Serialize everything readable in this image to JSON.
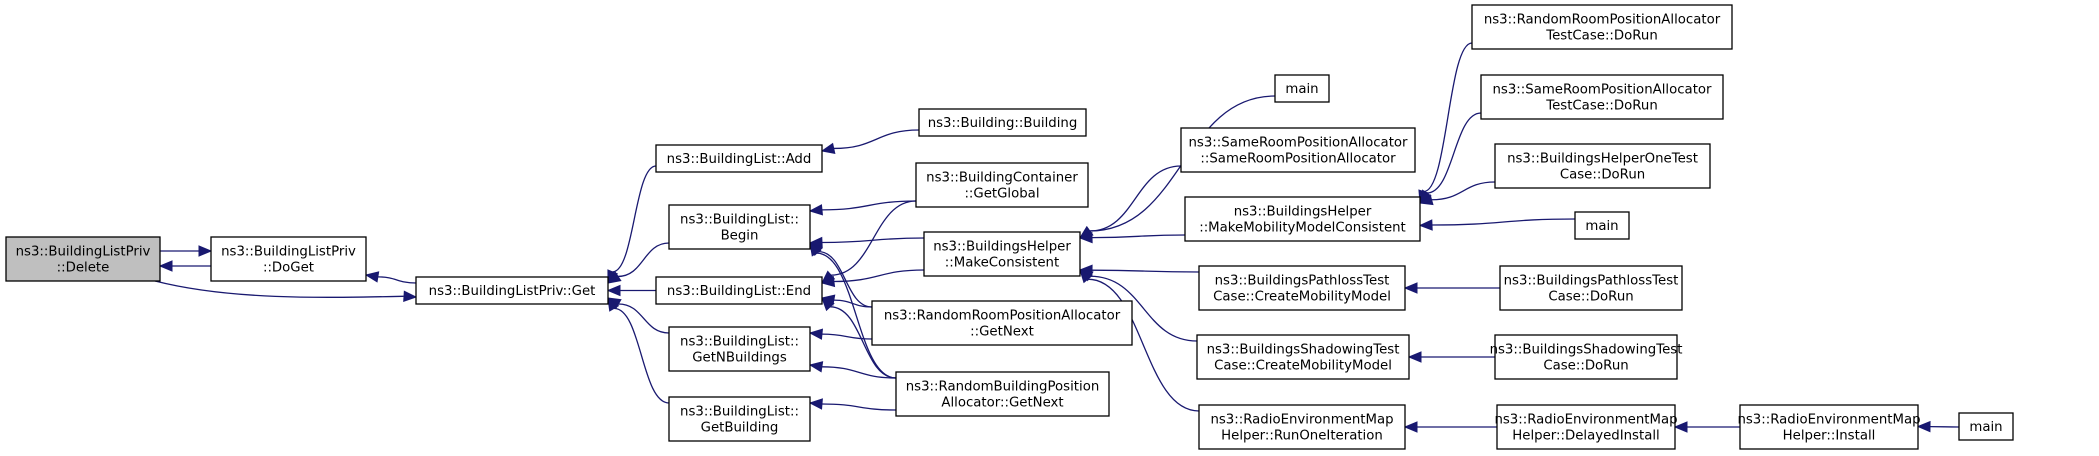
{
  "title": "Caller graph of ns3::BuildingListPriv::Delete",
  "colors": {
    "edge": "#191970",
    "root_fill": "#bfbfbf",
    "node_fill": "#ffffff",
    "border": "#000000"
  },
  "nodes": [
    {
      "id": "delete",
      "lines": [
        "ns3::BuildingListPriv",
        "::Delete"
      ],
      "root": true
    },
    {
      "id": "doget",
      "lines": [
        "ns3::BuildingListPriv",
        "::DoGet"
      ]
    },
    {
      "id": "get",
      "lines": [
        "ns3::BuildingListPriv::Get"
      ]
    },
    {
      "id": "add",
      "lines": [
        "ns3::BuildingList::Add"
      ]
    },
    {
      "id": "begin",
      "lines": [
        "ns3::BuildingList::",
        "Begin"
      ]
    },
    {
      "id": "end",
      "lines": [
        "ns3::BuildingList::End"
      ]
    },
    {
      "id": "getnb",
      "lines": [
        "ns3::BuildingList::",
        "GetNBuildings"
      ]
    },
    {
      "id": "getbuilding",
      "lines": [
        "ns3::BuildingList::",
        "GetBuilding"
      ]
    },
    {
      "id": "building",
      "lines": [
        "ns3::Building::Building"
      ]
    },
    {
      "id": "getglobal",
      "lines": [
        "ns3::BuildingContainer",
        "::GetGlobal"
      ]
    },
    {
      "id": "makecons",
      "lines": [
        "ns3::BuildingsHelper",
        "::MakeConsistent"
      ]
    },
    {
      "id": "rrpa_next",
      "lines": [
        "ns3::RandomRoomPositionAllocator",
        "::GetNext"
      ]
    },
    {
      "id": "rbpa_next",
      "lines": [
        "ns3::RandomBuildingPosition",
        "Allocator::GetNext"
      ]
    },
    {
      "id": "main1",
      "lines": [
        "main"
      ]
    },
    {
      "id": "srpa_ctor",
      "lines": [
        "ns3::SameRoomPositionAllocator",
        "::SameRoomPositionAllocator"
      ]
    },
    {
      "id": "mmmc",
      "lines": [
        "ns3::BuildingsHelper",
        "::MakeMobilityModelConsistent"
      ]
    },
    {
      "id": "pl_cmm",
      "lines": [
        "ns3::BuildingsPathlossTest",
        "Case::CreateMobilityModel"
      ]
    },
    {
      "id": "sh_cmm",
      "lines": [
        "ns3::BuildingsShadowingTest",
        "Case::CreateMobilityModel"
      ]
    },
    {
      "id": "rem_run",
      "lines": [
        "ns3::RadioEnvironmentMap",
        "Helper::RunOneIteration"
      ]
    },
    {
      "id": "rrpa_tc",
      "lines": [
        "ns3::RandomRoomPositionAllocator",
        "TestCase::DoRun"
      ]
    },
    {
      "id": "srpa_tc",
      "lines": [
        "ns3::SameRoomPositionAllocator",
        "TestCase::DoRun"
      ]
    },
    {
      "id": "bh_tc",
      "lines": [
        "ns3::BuildingsHelperOneTest",
        "Case::DoRun"
      ]
    },
    {
      "id": "main2",
      "lines": [
        "main"
      ]
    },
    {
      "id": "pl_tc",
      "lines": [
        "ns3::BuildingsPathlossTest",
        "Case::DoRun"
      ]
    },
    {
      "id": "sh_tc",
      "lines": [
        "ns3::BuildingsShadowingTest",
        "Case::DoRun"
      ]
    },
    {
      "id": "rem_delayed",
      "lines": [
        "ns3::RadioEnvironmentMap",
        "Helper::DelayedInstall"
      ]
    },
    {
      "id": "rem_install",
      "lines": [
        "ns3::RadioEnvironmentMap",
        "Helper::Install"
      ]
    },
    {
      "id": "main3",
      "lines": [
        "main"
      ]
    }
  ],
  "edges": [
    {
      "from": "delete",
      "to": "doget"
    },
    {
      "from": "doget",
      "to": "delete"
    },
    {
      "from": "get",
      "to": "doget"
    },
    {
      "from": "delete",
      "to": "get"
    },
    {
      "from": "add",
      "to": "get"
    },
    {
      "from": "begin",
      "to": "get"
    },
    {
      "from": "end",
      "to": "get"
    },
    {
      "from": "getnb",
      "to": "get"
    },
    {
      "from": "getbuilding",
      "to": "get"
    },
    {
      "from": "building",
      "to": "add"
    },
    {
      "from": "getglobal",
      "to": "begin"
    },
    {
      "from": "getglobal",
      "to": "end"
    },
    {
      "from": "makecons",
      "to": "begin"
    },
    {
      "from": "makecons",
      "to": "end"
    },
    {
      "from": "rrpa_next",
      "to": "begin"
    },
    {
      "from": "rrpa_next",
      "to": "end"
    },
    {
      "from": "rrpa_next",
      "to": "getnb"
    },
    {
      "from": "rbpa_next",
      "to": "begin"
    },
    {
      "from": "rbpa_next",
      "to": "end"
    },
    {
      "from": "rbpa_next",
      "to": "getnb"
    },
    {
      "from": "rbpa_next",
      "to": "getbuilding"
    },
    {
      "from": "main1",
      "to": "makecons"
    },
    {
      "from": "srpa_ctor",
      "to": "makecons"
    },
    {
      "from": "mmmc",
      "to": "makecons"
    },
    {
      "from": "pl_cmm",
      "to": "makecons"
    },
    {
      "from": "sh_cmm",
      "to": "makecons"
    },
    {
      "from": "rem_run",
      "to": "makecons"
    },
    {
      "from": "rrpa_tc",
      "to": "mmmc"
    },
    {
      "from": "srpa_tc",
      "to": "mmmc"
    },
    {
      "from": "bh_tc",
      "to": "mmmc"
    },
    {
      "from": "main2",
      "to": "mmmc"
    },
    {
      "from": "pl_tc",
      "to": "pl_cmm"
    },
    {
      "from": "sh_tc",
      "to": "sh_cmm"
    },
    {
      "from": "rem_delayed",
      "to": "rem_run"
    },
    {
      "from": "rem_install",
      "to": "rem_delayed"
    },
    {
      "from": "main3",
      "to": "rem_install"
    }
  ]
}
